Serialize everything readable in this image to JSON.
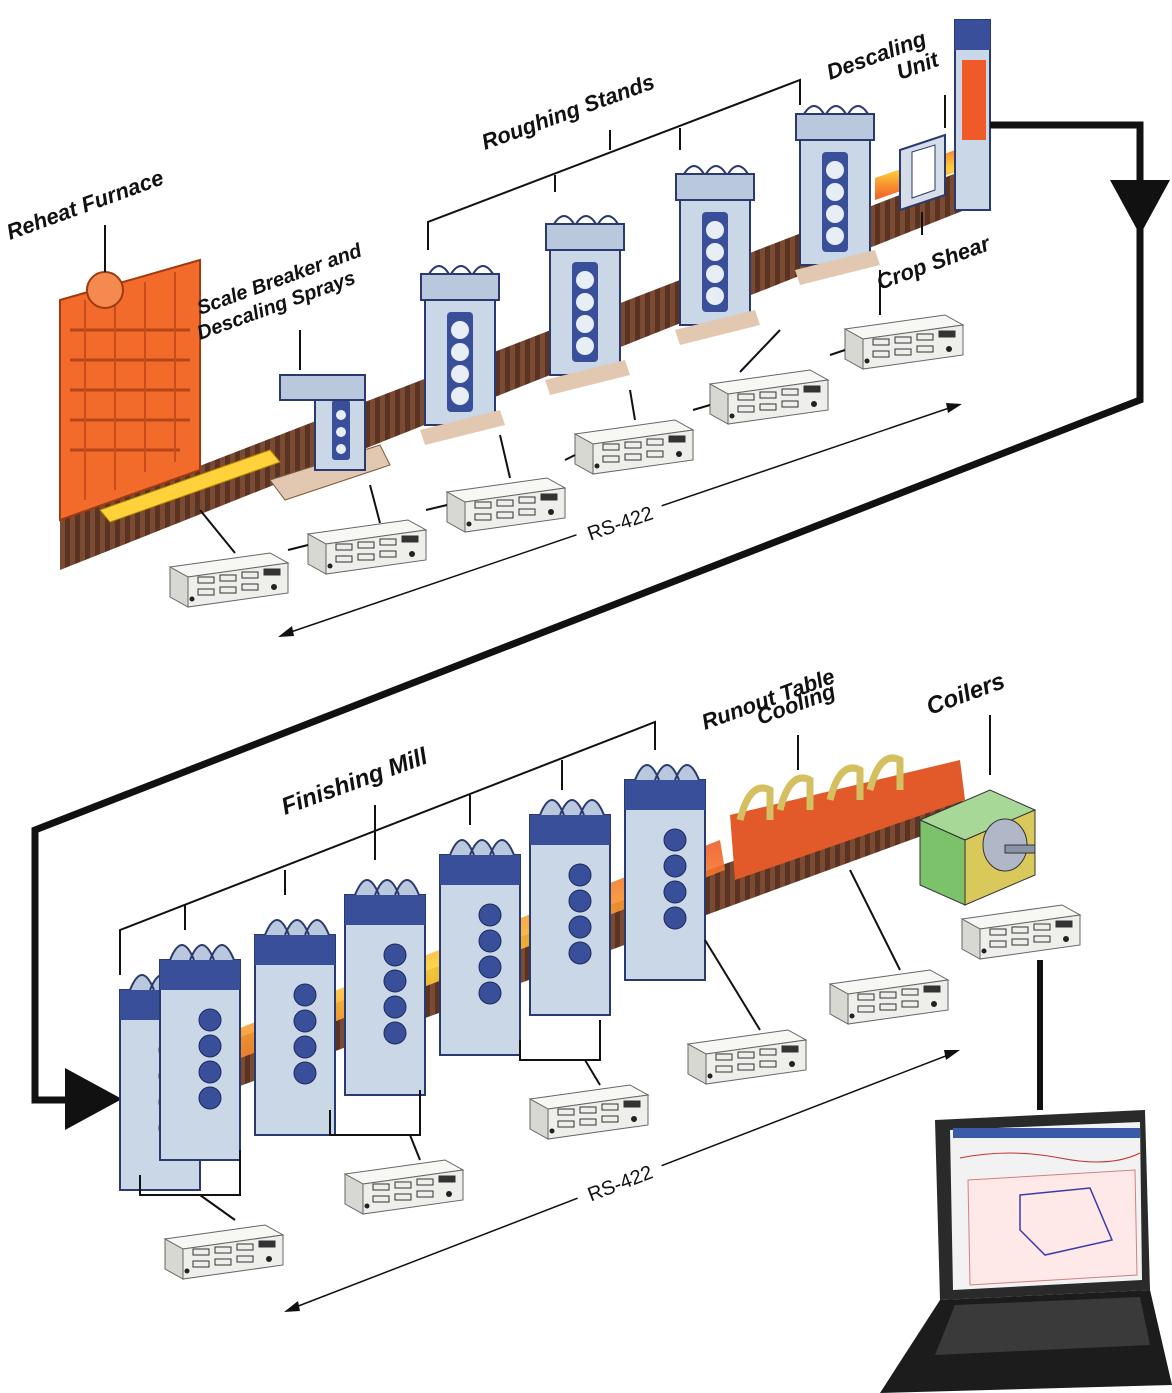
{
  "labels": {
    "reheat_furnace": "Reheat Furnace",
    "scale_breaker_line1": "Scale Breaker and",
    "scale_breaker_line2": "Descaling Sprays",
    "roughing_stands": "Roughing Stands",
    "descaling_line1": "Descaling",
    "descaling_line2": "Unit",
    "crop_shear": "Crop Shear",
    "finishing_mill": "Finishing Mill",
    "runout_line1": "Runout Table",
    "runout_line2": "Cooling",
    "coilers": "Coilers",
    "rs422_top": "RS-422",
    "rs422_bottom": "RS-422"
  },
  "colors": {
    "stand_blue": "#3a4f9a",
    "stand_light": "#c9d7e6",
    "hot_orange": "#f05a28",
    "hot_yellow": "#ffd23c",
    "furnace_orange": "#f26b2b",
    "roll_brown": "#5a3322",
    "coiler_green": "#7cc26a",
    "module_grey": "#eeeeea",
    "line_black": "#111111"
  },
  "icons": {
    "flow_arrow_down": "triangle-down",
    "flow_arrow_right": "triangle-right",
    "laptop": "laptop-icon"
  }
}
